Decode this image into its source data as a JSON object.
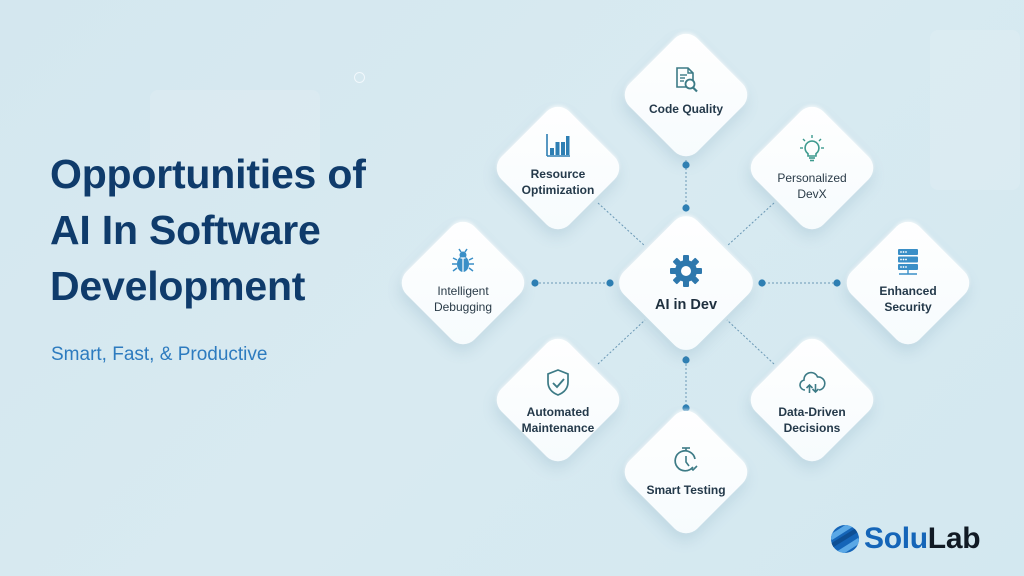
{
  "header": {
    "title_lines": [
      "Opportunities of",
      "AI In Software",
      "Development"
    ],
    "subtitle": "Smart, Fast, & Productive"
  },
  "diagram": {
    "center": {
      "label": "AI in Dev",
      "icon": "gear-icon"
    },
    "nodes": [
      {
        "id": "code-quality",
        "label": "Code Quality",
        "icon": "document-search-icon"
      },
      {
        "id": "resource-optimization",
        "label": "Resource\nOptimization",
        "icon": "bar-chart-icon"
      },
      {
        "id": "personalized-devx",
        "label": "Personalized\nDevX",
        "icon": "lightbulb-icon"
      },
      {
        "id": "intelligent-debugging",
        "label": "Intelligent\nDebugging",
        "icon": "bug-icon"
      },
      {
        "id": "enhanced-security",
        "label": "Enhanced\nSecurity",
        "icon": "server-icon"
      },
      {
        "id": "automated-maintenance",
        "label": "Automated\nMaintenance",
        "icon": "shield-check-icon"
      },
      {
        "id": "data-driven-decisions",
        "label": "Data-Driven\nDecisions",
        "icon": "cloud-sync-icon"
      },
      {
        "id": "smart-testing",
        "label": "Smart Testing",
        "icon": "stopwatch-check-icon"
      }
    ],
    "colors": {
      "accent": "#2e7fb3",
      "icon_teal": "#3d7b86",
      "line": "#6a98b5",
      "card": "#ffffff",
      "background": "#d6e9f0"
    }
  },
  "brand": {
    "logo_part1": "Solu",
    "logo_part2": "Lab",
    "colors": {
      "primary": "#1565b8",
      "dark": "#111a24"
    }
  }
}
